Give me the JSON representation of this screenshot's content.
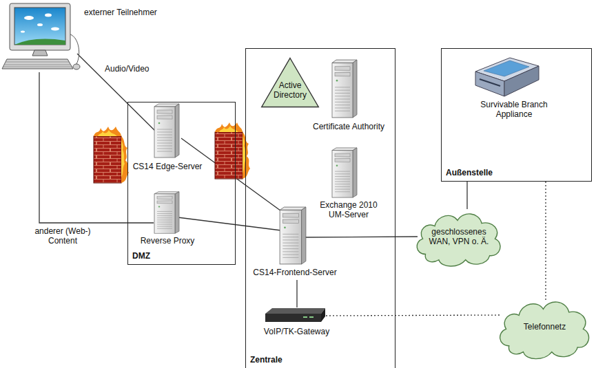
{
  "diagram": {
    "nodes": [
      {
        "text": [
          "externer Teilnehmer"
        ]
      },
      {
        "text": [
          "DMZ"
        ]
      },
      {
        "text": [
          "CS14 Edge-Server"
        ],
        "in": 1
      },
      {
        "text": [
          "Reverse Proxy"
        ],
        "in": 1
      },
      {
        "text": [
          "Zentrale"
        ]
      },
      {
        "text": [
          "Active Directory"
        ],
        "in": 4
      },
      {
        "text": [
          "Certificate Authority"
        ],
        "in": 4
      },
      {
        "text": [
          "Exchange 2010 UM-Server"
        ],
        "in": 4
      },
      {
        "text": [
          "CS14-Frontend-Server"
        ],
        "in": 4
      },
      {
        "text": [
          "VoIP/TK-Gateway"
        ],
        "in": 4
      },
      {
        "text": [
          "Außenstelle"
        ]
      },
      {
        "text": [
          "Survivable Branch Appliance"
        ],
        "in": 10
      },
      {
        "text": [
          "geschlossenes WAN, VPN o. Ä."
        ]
      },
      {
        "text": [
          "Telefonnetz"
        ]
      }
    ],
    "edges": [
      {
        "from": 0,
        "to": 2,
        "arrow": "none",
        "label": "Audio/Video"
      },
      {
        "from": 0,
        "to": 3,
        "arrow": "none",
        "label": "anderer (Web-) Content"
      },
      {
        "from": 2,
        "to": 8,
        "arrow": "none"
      },
      {
        "from": 3,
        "to": 8,
        "arrow": "none"
      },
      {
        "from": 8,
        "to": 12,
        "arrow": "none"
      },
      {
        "from": 8,
        "to": 9,
        "arrow": "none"
      },
      {
        "from": 12,
        "to": 10,
        "arrow": "none"
      },
      {
        "from": 9,
        "to": 13,
        "arrow": "none"
      },
      {
        "from": 10,
        "to": 13,
        "arrow": "none"
      }
    ]
  }
}
